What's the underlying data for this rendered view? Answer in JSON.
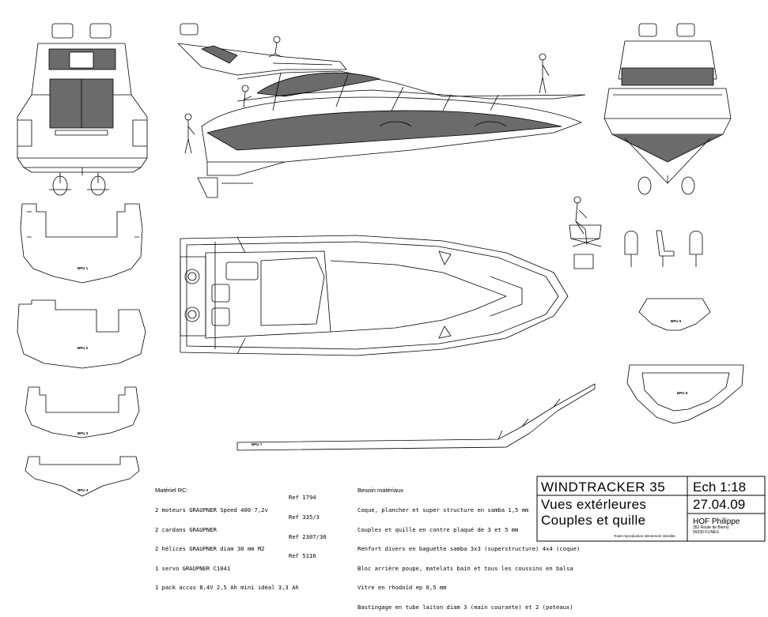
{
  "title_block": {
    "model": "WINDTRACKER 35",
    "scale": "Ech 1:18",
    "subtitle_1": "Vues extérleures",
    "subtitle_2": "Couples et quille",
    "date": "27.04.09",
    "author": "HOF Philippe",
    "address": [
      "352 Route de Bierny",
      "59330 FLINES"
    ],
    "note": "Toute reproduction strictement interdite"
  },
  "rc_materials": {
    "title": "Matériel RC:",
    "items": [
      "2 moteurs GRAUPNER Speed 400 7,2v",
      "2 cardans GRAUPNER",
      "2 hélices GRAUPNER diam 30 mm M2",
      "1 servo GRAUPNER C1041",
      "1 pack accus 8,4V 2,5 Ah mini idéal 3,3 Ah"
    ],
    "refs": [
      "Ref 1794",
      "Ref 335/3",
      "Ref 2307/30",
      "Ref 5116"
    ]
  },
  "build_materials": {
    "title": "Besoin matériaux",
    "items": [
      "Coque, plancher et super structure en samba 1,5 mm",
      "Couples et quille en contre plaqué de 3 et 5 mm",
      "Renfort divers en baguette samba 3x3 (superstructure) 4x4 (coque)",
      "Bloc arrière poupe, matelats bain et tous les coussins en balsa",
      "Vitre en rhodoïd ep 0,5 mm",
      "Bastingage en tube laiton diam 3 (main courante) et 2 (poteaux)"
    ]
  },
  "part_labels": [
    "BPU 1",
    "BPU 2",
    "BPU 3",
    "BPU 4",
    "BPU 5",
    "BPU 6",
    "BPU 7"
  ],
  "colors": {
    "line": "#000000",
    "hull_fill": "#6b6b6b",
    "paper": "#ffffff"
  }
}
